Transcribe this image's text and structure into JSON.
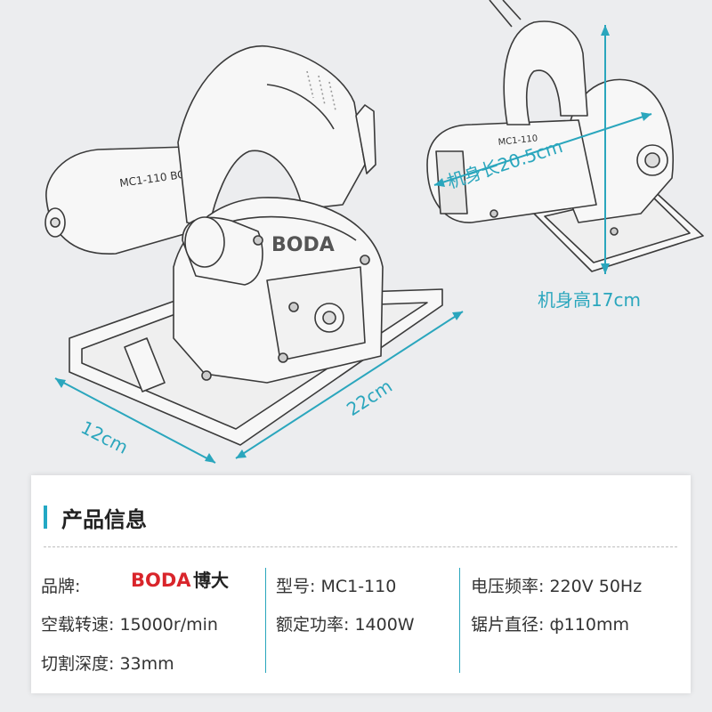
{
  "dimensions": {
    "width_label": "12cm",
    "length_label": "22cm",
    "body_length_label": "机身长20.5cm",
    "body_height_label": "机身高17cm"
  },
  "product_brand_text": "BODA",
  "info": {
    "title": "产品信息",
    "brand_label": "品牌:",
    "brand_logo_text": "BODA",
    "brand_cn": "博大",
    "model": "型号: MC1-110",
    "voltage": "电压频率: 220V 50Hz",
    "speed": "空载转速: 15000r/min",
    "power": "额定功率: 1400W",
    "blade": "锯片直径: ф110mm",
    "depth": "切割深度: 33mm"
  },
  "colors": {
    "accent": "#2aa6bd",
    "brand_red": "#d9252b",
    "background": "#ecedef"
  }
}
